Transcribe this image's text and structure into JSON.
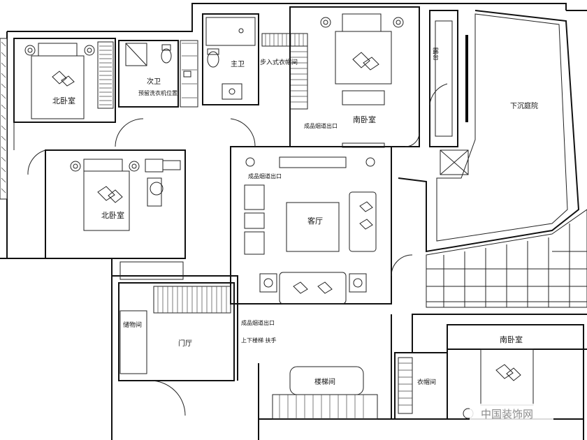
{
  "plan": {
    "rooms": {
      "north_bedroom_1": "北卧室",
      "north_bedroom_2": "北卧室",
      "south_bedroom_main": "南卧室",
      "south_bedroom_2": "南卧室",
      "bath_secondary": "次卫",
      "bath_main": "主卫",
      "walk_in_closet": "步入式衣帽间",
      "balcony": "露台",
      "sunken_courtyard": "下沉庭院",
      "living_room": "客厅",
      "foyer": "门厅",
      "storage": "储物间",
      "stair": "楼梯间",
      "closet": "衣帽间"
    },
    "notes": {
      "vent_1": "预留洗衣机位置",
      "vent_2": "成品烟道出口",
      "vent_3": "成品烟道出口",
      "vent_4": "成品烟道出口",
      "stair_note": "上下楼梯 扶手"
    },
    "watermark": "中国装饰网"
  }
}
